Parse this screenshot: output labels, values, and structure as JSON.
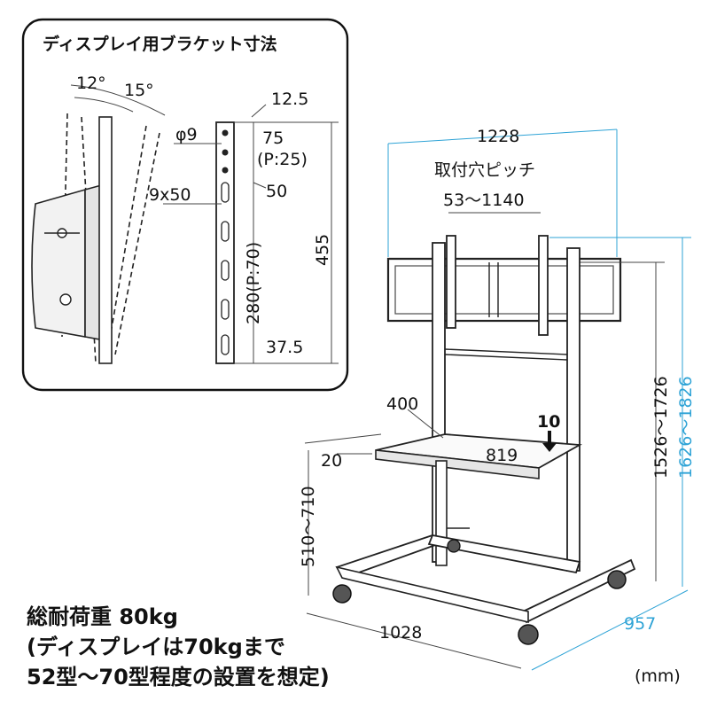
{
  "inset": {
    "title": "ディスプレイ用ブラケット寸法",
    "angle_a": "12°",
    "angle_b": "15°",
    "dim_top": "12.5",
    "dim_hole": "φ9",
    "dim_75": "75",
    "dim_p25": "(P:25)",
    "dim_9x50": "9x50",
    "dim_50": "50",
    "dim_280": "280(P:70)",
    "dim_455": "455",
    "dim_37": "37.5"
  },
  "stand": {
    "width_1228": "1228",
    "pitch_label": "取付穴ピッチ",
    "pitch_range": "53～1140",
    "height_a": "1526～1726",
    "height_b": "1626～1826",
    "shelf_depth": "400",
    "shelf_width": "819",
    "shelf_load": "10",
    "shelf_offset": "20",
    "shelf_height": "510～710",
    "base_width": "1028",
    "base_depth": "957"
  },
  "colors": {
    "accent_blue": "#2ea3d6"
  },
  "notes": {
    "line1": "総耐荷重 80kg",
    "line2": "(ディスプレイは70kgまで",
    "line3": "52型～70型程度の設置を想定)",
    "unit": "(mm)"
  }
}
